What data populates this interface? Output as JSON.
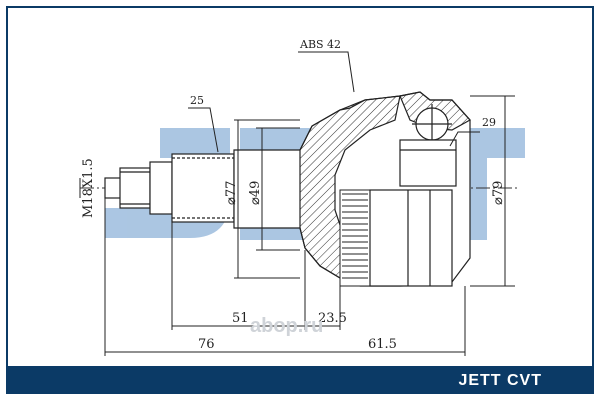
{
  "labels": {
    "abs": "ABS 42",
    "spline_outer": "25",
    "spline_inner": "29",
    "thread": "M18X1.5",
    "dia_77": "⌀77",
    "dia_49": "⌀49",
    "dia_79": "⌀79",
    "len_51": "51",
    "len_23_5": "23.5",
    "len_76": "76",
    "len_61_5": "61.5"
  },
  "watermark": {
    "brand": "JETT",
    "site": "abop.ru"
  },
  "footer": {
    "brand": "JETT CVT"
  },
  "colors": {
    "brand_blue": "#0b3a66",
    "watermark_blue": "#8fb3d9",
    "line": "#222222"
  }
}
